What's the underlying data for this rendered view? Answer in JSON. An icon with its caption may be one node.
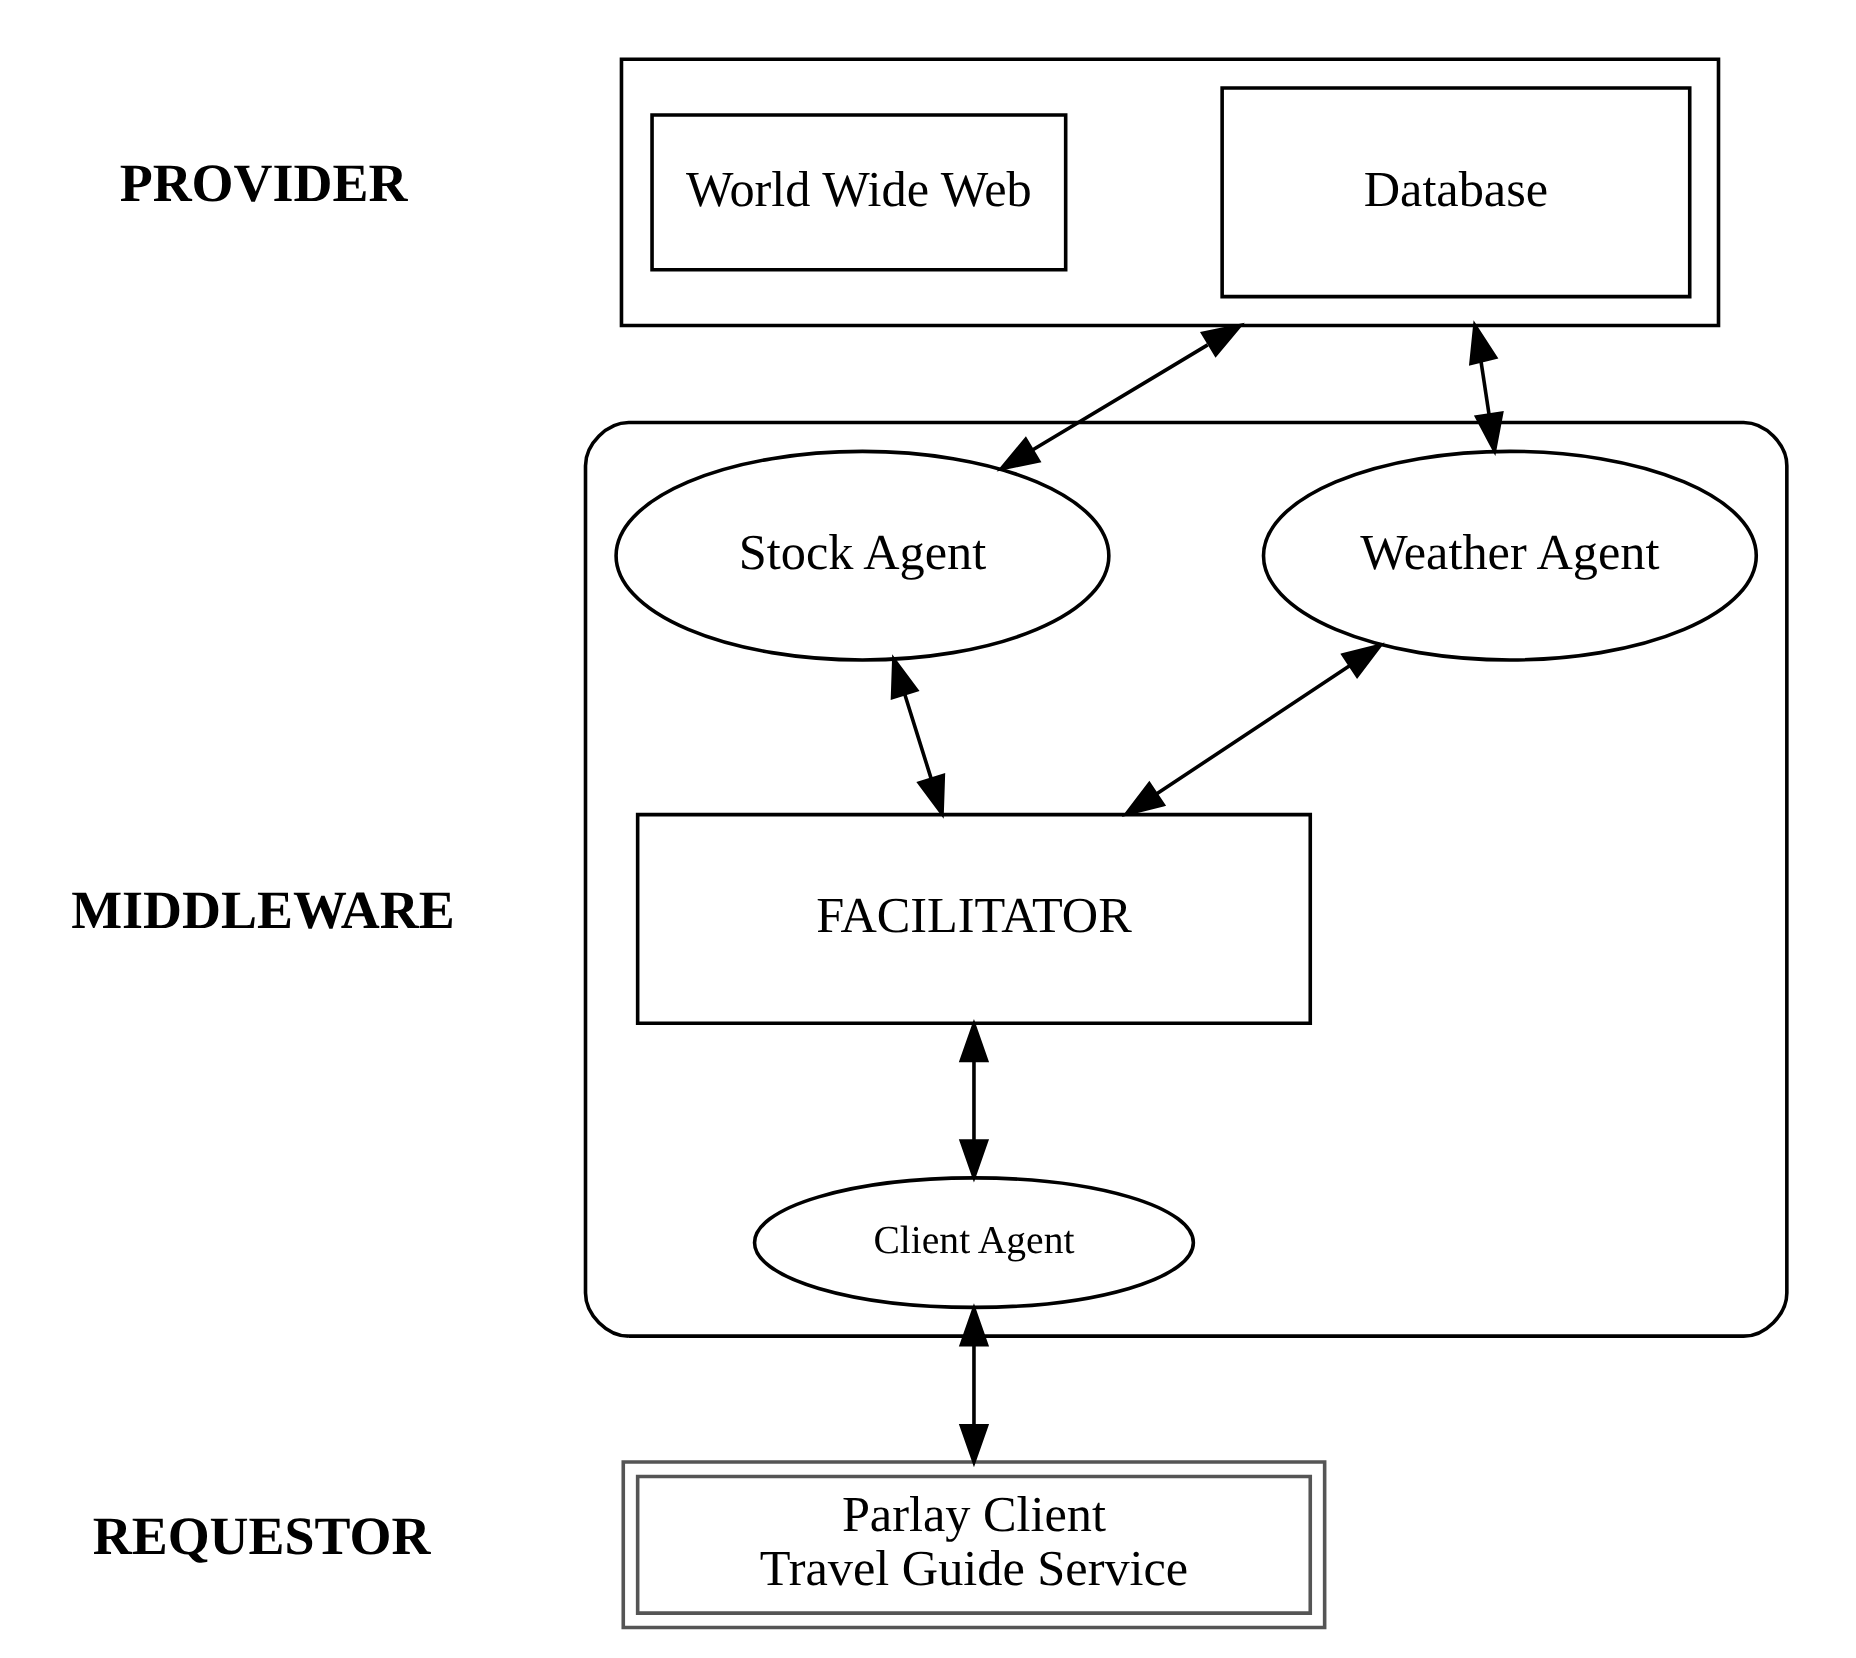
{
  "diagram": {
    "nodes": [
      {
        "text": [],
        "shape": "box"
      },
      {
        "text": [
          "Database"
        ],
        "in": 0
      },
      {
        "text": [
          "World Wide Web"
        ],
        "in": 0
      },
      {
        "text": [],
        "shape": "box"
      },
      {
        "text": [
          "Weather Agent"
        ],
        "in": 3
      },
      {
        "text": [
          "Stock Agent"
        ],
        "in": 3
      },
      {
        "text": [
          "FACILITATOR"
        ],
        "in": 3
      },
      {
        "text": [
          "Client Agent"
        ],
        "in": 3
      },
      {
        "text": [
          "Parlay Client",
          "Travel Guide Service"
        ]
      }
    ],
    "edges": [
      {
        "from": 0,
        "to": 4,
        "arrow": "both"
      },
      {
        "from": 0,
        "to": 5,
        "arrow": "both"
      },
      {
        "from": 4,
        "to": 6,
        "arrow": "both"
      },
      {
        "from": 5,
        "to": 6,
        "arrow": "both"
      },
      {
        "from": 6,
        "to": 7,
        "arrow": "both"
      },
      {
        "from": 7,
        "to": 8,
        "arrow": "both"
      }
    ],
    "labels": [
      "PROVIDER",
      "MIDDLEWARE",
      "REQUESTOR"
    ]
  }
}
